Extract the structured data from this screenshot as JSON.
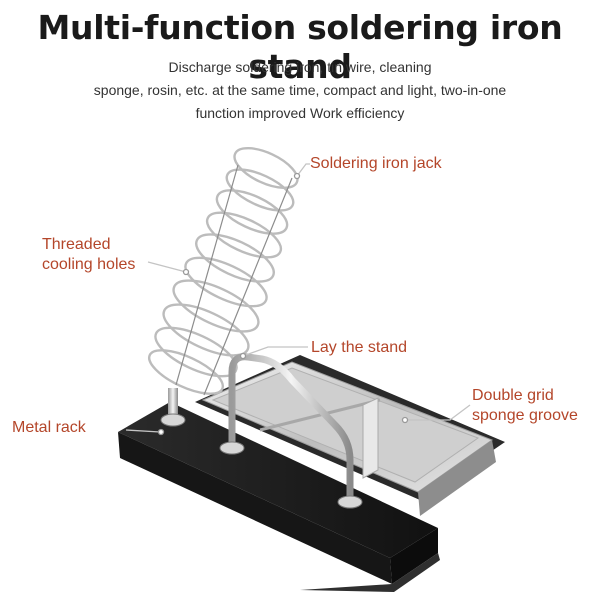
{
  "header": {
    "title": "Multi-function soldering iron stand",
    "subtitle_lines": [
      "Discharge soldering iron, tin wire, cleaning",
      "sponge, rosin, etc. at the same time, compact and light, two-in-one",
      "function improved Work efficiency"
    ]
  },
  "callouts": {
    "soldering_iron_jack": "Soldering iron jack",
    "threaded_cooling_holes": [
      "Threaded",
      "cooling holes"
    ],
    "lay_the_stand": "Lay the stand",
    "double_grid_sponge_groove": [
      "Double grid",
      "sponge groove"
    ],
    "metal_rack": "Metal rack"
  },
  "colors": {
    "callout_text": "#b4462a",
    "leader_line": "#c0c0c0",
    "base": "#1e1e1e",
    "tray": "#d8d8d8"
  }
}
